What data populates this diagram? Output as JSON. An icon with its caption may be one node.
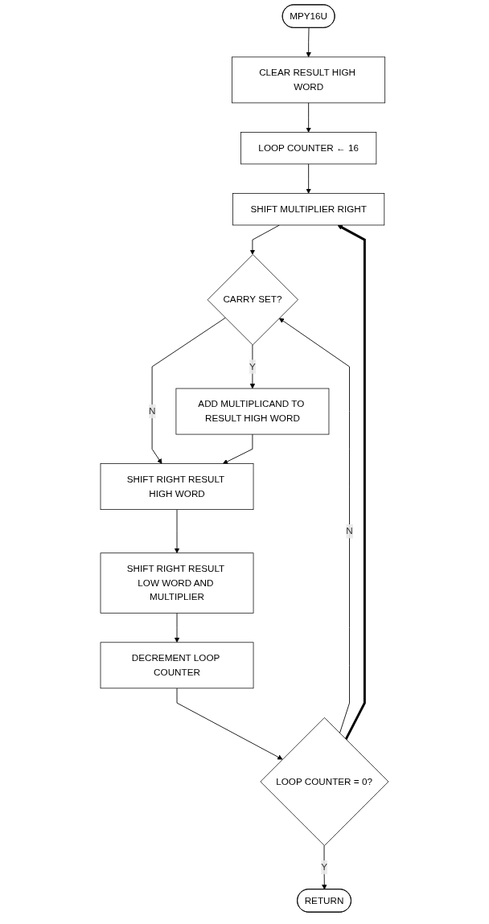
{
  "diagram": {
    "nodes": [
      {
        "text": [
          "MPY16U"
        ]
      },
      {
        "text": [
          "CLEAR RESULT HIGH WORD"
        ]
      },
      {
        "text": [
          "LOOP COUNTER ← 16"
        ]
      },
      {
        "text": [
          "SHIFT MULTIPLIER RIGHT"
        ]
      },
      {
        "text": [
          "CARRY SET?"
        ]
      },
      {
        "text": [
          "ADD MULTIPLICAND TO RESULT HIGH WORD"
        ]
      },
      {
        "text": [
          "SHIFT RIGHT RESULT HIGH WORD"
        ]
      },
      {
        "text": [
          "SHIFT RIGHT RESULT LOW WORD AND MULTIPLIER"
        ]
      },
      {
        "text": [
          "DECREMENT LOOP COUNTER"
        ]
      },
      {
        "text": [
          "LOOP COUNTER = 0?"
        ]
      },
      {
        "text": [
          "RETURN"
        ]
      }
    ],
    "edges": [
      {
        "from": 0,
        "to": 1,
        "arrow": "to"
      },
      {
        "from": 1,
        "to": 2,
        "arrow": "to"
      },
      {
        "from": 2,
        "to": 3,
        "arrow": "to"
      },
      {
        "from": 3,
        "to": 4,
        "arrow": "to"
      },
      {
        "from": 4,
        "to": 5,
        "arrow": "to",
        "label": "Y"
      },
      {
        "from": 4,
        "to": 6,
        "arrow": "to",
        "label": "N"
      },
      {
        "from": 5,
        "to": 6,
        "arrow": "to"
      },
      {
        "from": 6,
        "to": 7,
        "arrow": "to"
      },
      {
        "from": 7,
        "to": 8,
        "arrow": "to"
      },
      {
        "from": 8,
        "to": 9,
        "arrow": "to"
      },
      {
        "from": 9,
        "to": 10,
        "arrow": "to",
        "label": "Y"
      },
      {
        "from": 9,
        "to": 4,
        "arrow": "to",
        "label": "N"
      },
      {
        "from": 9,
        "to": 3,
        "arrow": "to",
        "style": "thick"
      }
    ]
  }
}
